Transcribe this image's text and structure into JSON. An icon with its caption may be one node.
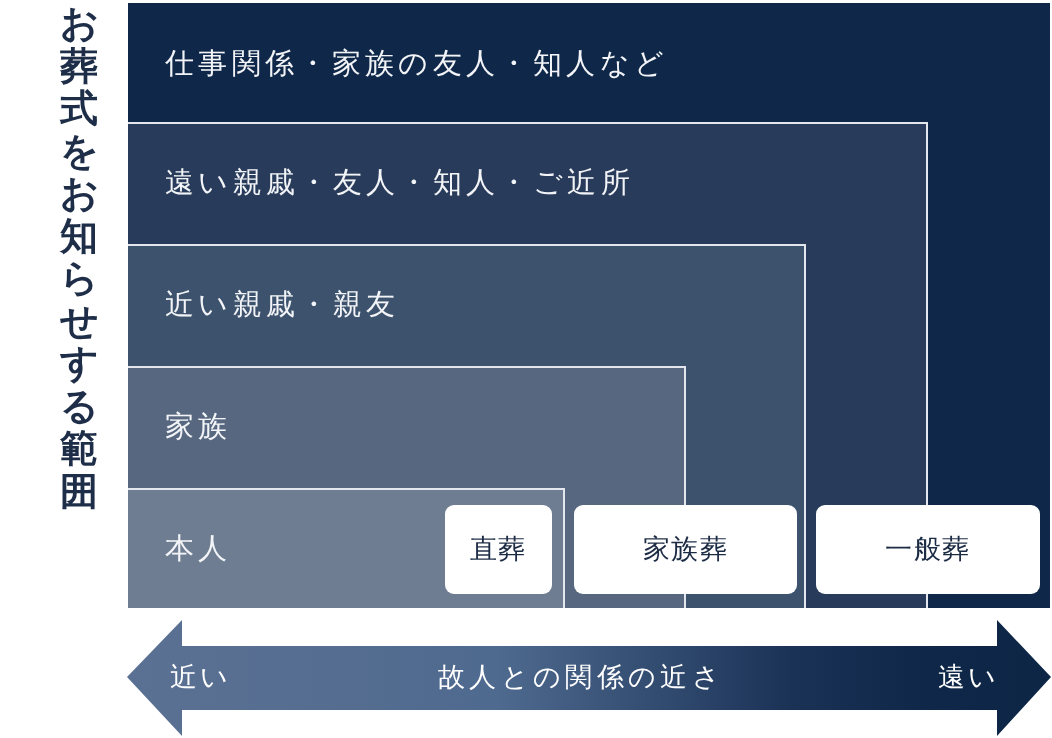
{
  "diagram": {
    "nodes": [
      {
        "text": [
          "仕事関係・家族の友人・知人など"
        ]
      },
      {
        "text": [
          "遠い親戚・友人・知人・ご近所"
        ],
        "in": 0
      },
      {
        "text": [
          "近い親戚・親友"
        ],
        "in": 1
      },
      {
        "text": [
          "家族"
        ],
        "in": 2
      },
      {
        "text": [
          "本人"
        ],
        "in": 3
      },
      {
        "text": [
          "直葬"
        ],
        "in": 4
      },
      {
        "text": [
          "家族葬"
        ],
        "in": 2
      },
      {
        "text": [
          "一般葬"
        ],
        "in": 0
      }
    ],
    "labels": [
      "お葬式をお知らせする範囲",
      "近い",
      "故人との関係の近さ",
      "遠い"
    ]
  }
}
